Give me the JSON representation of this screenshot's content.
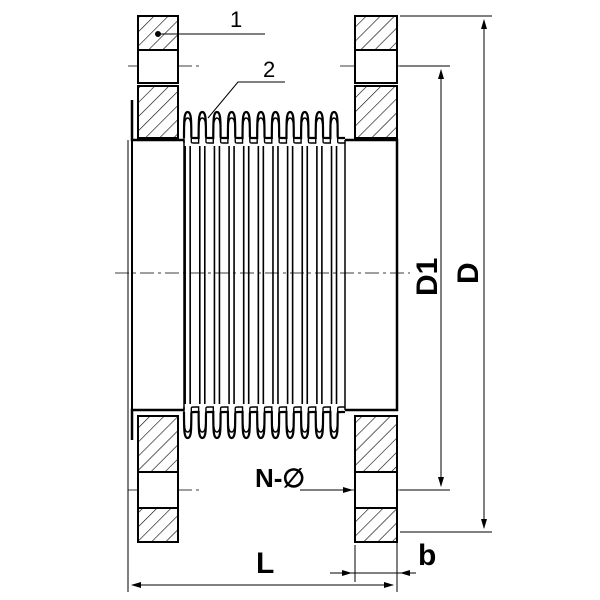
{
  "labels": {
    "part_1": "1",
    "part_2": "2",
    "inner_diameter": "D1",
    "outer_diameter": "D",
    "bolt_holes": "N-∅",
    "length": "L",
    "flange_thickness": "b"
  }
}
